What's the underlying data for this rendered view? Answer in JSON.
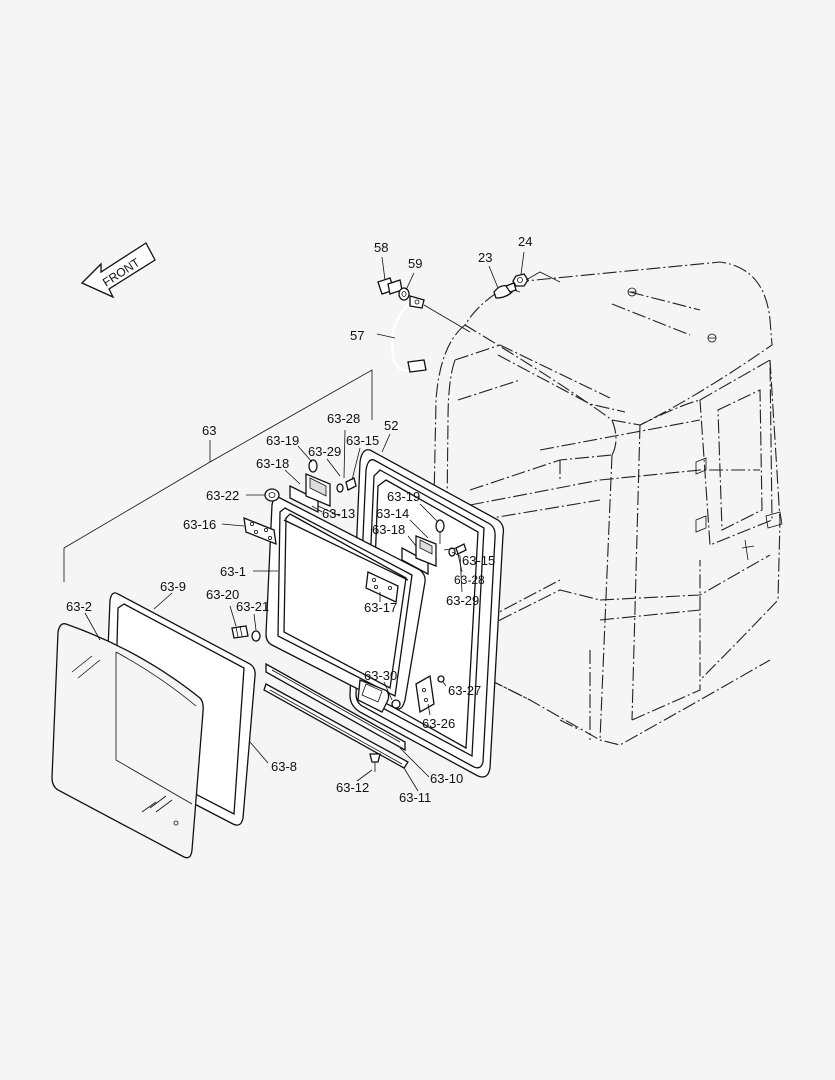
{
  "front_arrow": {
    "text": "FRONT"
  },
  "labels": {
    "l58": "58",
    "l59": "59",
    "l23": "23",
    "l24": "24",
    "l57": "57",
    "l63": "63",
    "l63_28a": "63-28",
    "l52": "52",
    "l63_19a": "63-19",
    "l63_29a": "63-29",
    "l63_15a": "63-15",
    "l63_18a": "63-18",
    "l63_22": "63-22",
    "l63_13": "63-13",
    "l63_16": "63-16",
    "l63_19b": "63-19",
    "l63_14": "63-14",
    "l63_18b": "63-18",
    "l63_15b": "63-15",
    "l63_28b": "63-28",
    "l63_29b": "63-29",
    "l63_1": "63-1",
    "l63_9": "63-9",
    "l63_20": "63-20",
    "l63_21": "63-21",
    "l63_17": "63-17",
    "l63_2": "63-2",
    "l63_30": "63-30",
    "l63_27": "63-27",
    "l63_26": "63-26",
    "l63_8": "63-8",
    "l63_10": "63-10",
    "l63_12": "63-12",
    "l63_11": "63-11"
  }
}
